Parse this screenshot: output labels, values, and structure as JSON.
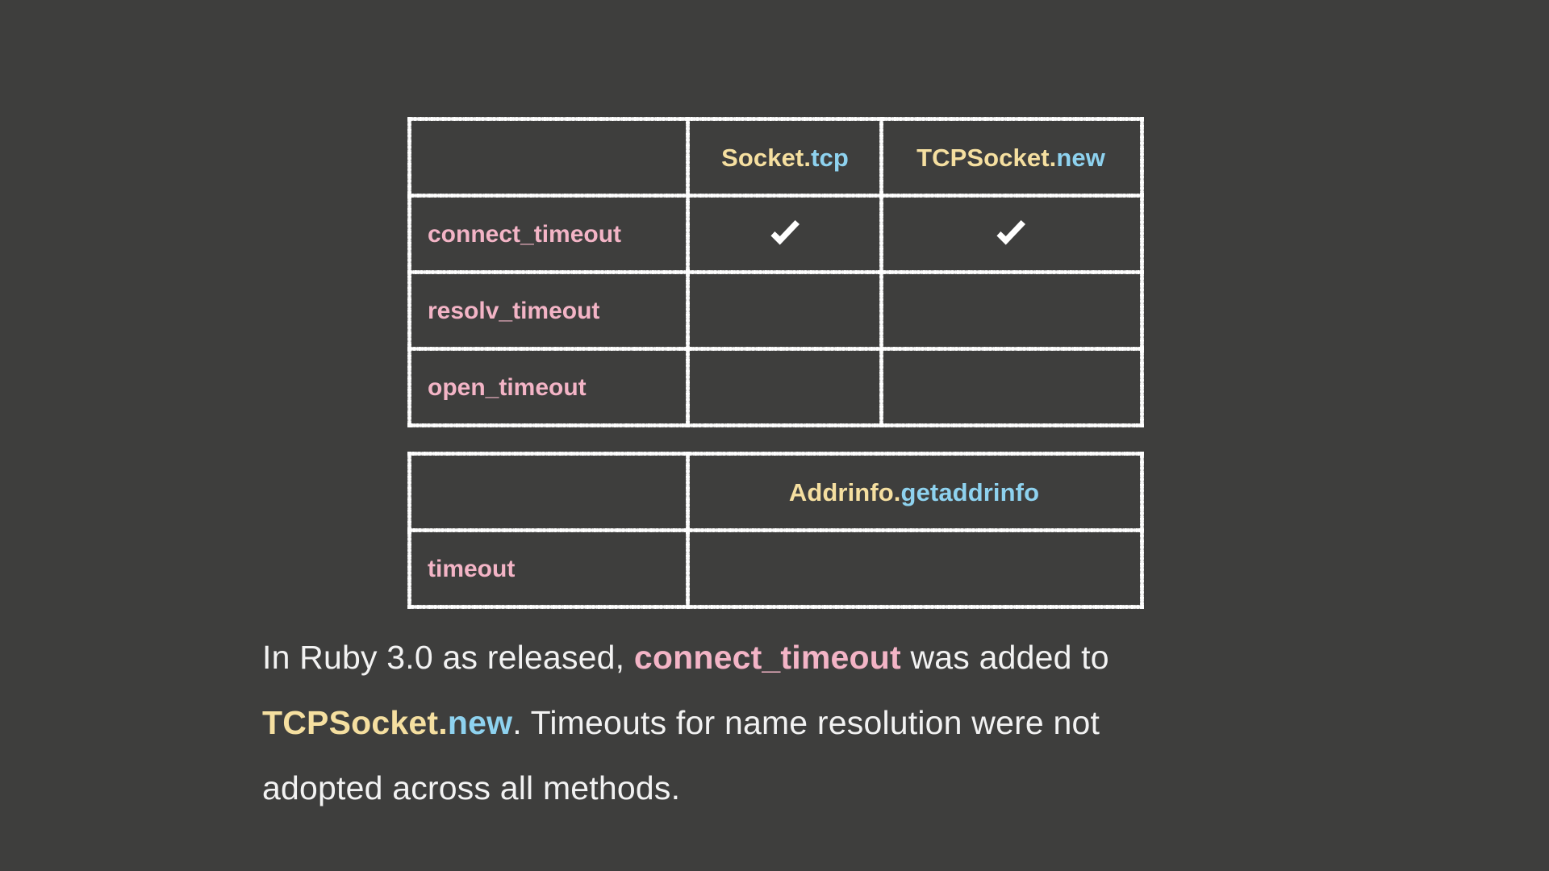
{
  "slide": {
    "background_color": "#3e3e3d",
    "accent_colors": {
      "yellow": "#f5dfa0",
      "blue": "#8ed2ef",
      "pink": "#f3b4c6",
      "white": "#ffffff"
    }
  },
  "table_methods": {
    "corner_label": "",
    "columns": [
      {
        "prefix": "Socket.",
        "suffix": "tcp"
      },
      {
        "prefix": "TCPSocket.",
        "suffix": "new"
      }
    ],
    "rows": [
      {
        "label": "connect_timeout",
        "cells": [
          "check",
          "check"
        ]
      },
      {
        "label": "resolv_timeout",
        "cells": [
          "",
          ""
        ]
      },
      {
        "label": "open_timeout",
        "cells": [
          "",
          ""
        ]
      }
    ],
    "check_icon": "heavy-check-mark"
  },
  "table_resolution": {
    "corner_label": "",
    "columns": [
      {
        "prefix": "Addrinfo.",
        "suffix": "getaddrinfo"
      }
    ],
    "rows": [
      {
        "label": "timeout",
        "cells": [
          ""
        ]
      }
    ]
  },
  "caption": {
    "part1": "In Ruby 3.0 as released, ",
    "code1": "connect_timeout",
    "part2": " was added to",
    "code2_prefix": "TCPSocket.",
    "code2_suffix": "new",
    "part3": ". Timeouts for name resolution were not",
    "part4": "adopted across all methods."
  }
}
